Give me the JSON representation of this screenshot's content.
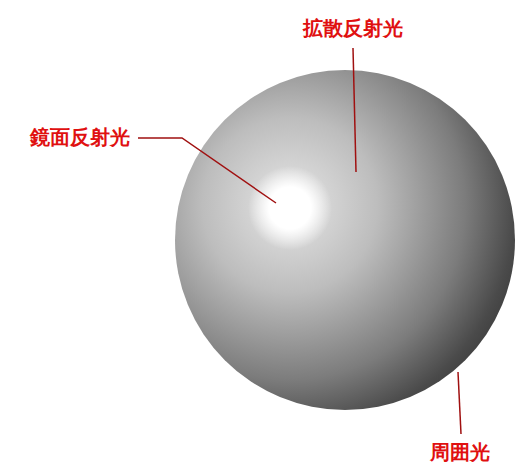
{
  "diagram": {
    "labels": [
      "拡散反射光",
      "鏡面反射光",
      "周囲光"
    ]
  }
}
